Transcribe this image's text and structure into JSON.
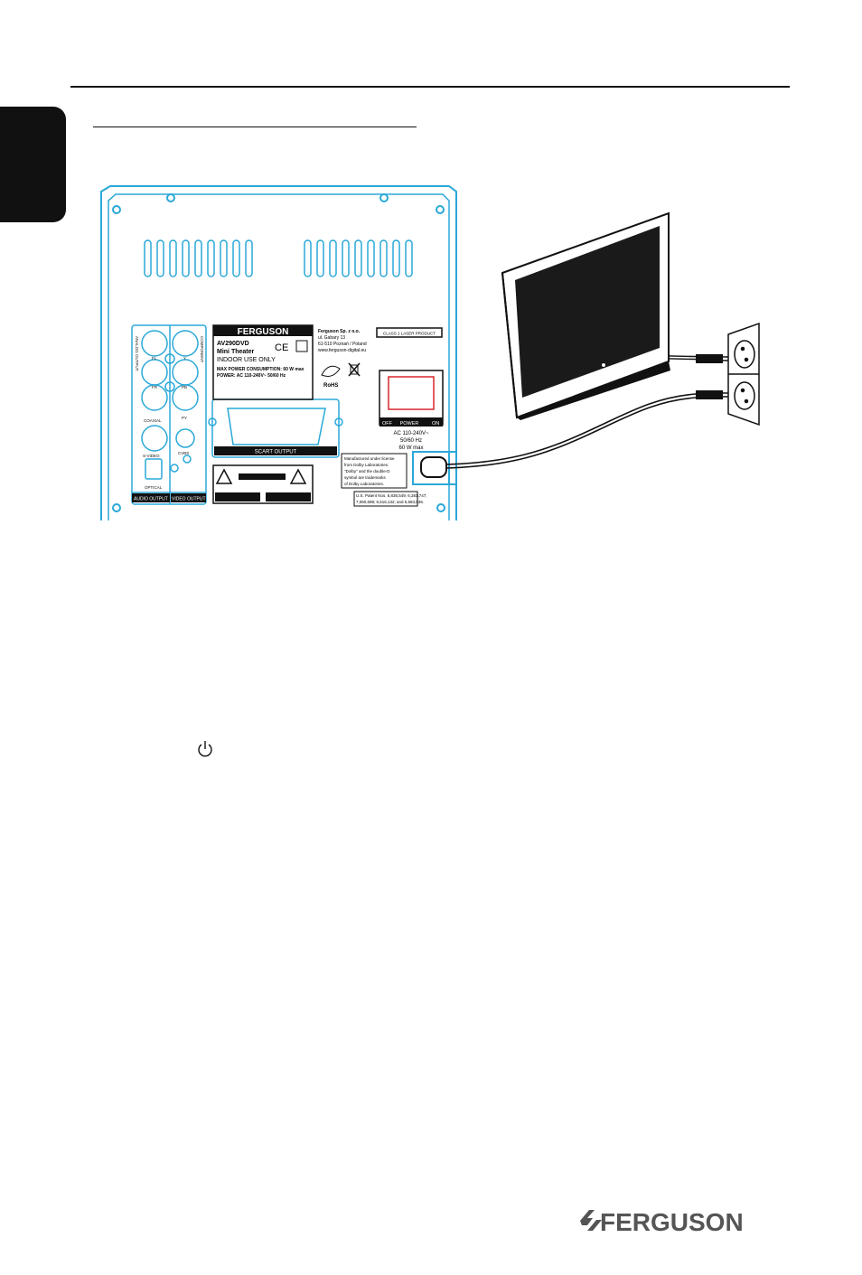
{
  "device_panel": {
    "brand": "FERGUSON",
    "model": "AV290DVD",
    "model_sub": "Mini Theater",
    "ce_mark": "CE",
    "indoor": "INDOOR USE ONLY",
    "max_power": "MAX POWER CONSUMPTION: 60 W max",
    "power_rating": "POWER: AC 110-240V~ 50/60 Hz",
    "company_lines": [
      "Ferguson Sp. z o.o.",
      "ul. Gabary 13",
      "61-510 Poznań / Poland",
      "www.ferguson-digital.eu"
    ],
    "laser_label": "CLASS 1 LASER PRODUCT",
    "rohs": "RoHS",
    "scart_label": "SCART OUTPUT",
    "switch_off": "OFF",
    "switch_power": "POWER",
    "switch_on": "ON",
    "ac_lines": [
      "AC 110-240V~",
      "50/60 Hz",
      "60 W max"
    ],
    "dolby_lines": [
      "Manufactured under license",
      "from Dolby Laboratories.",
      "\"Dolby\" and the double-D",
      "symbol are trademarks",
      "of Dolby Laboratories."
    ],
    "patent_lines": [
      "U.S. Patent Nos. 6,836,549; 6,381,747;",
      "7,050,698; 6,516,132; and 5,583,936."
    ],
    "jack_fl": "FL",
    "jack_y": "Y",
    "jack_fr": "FR",
    "jack_pb": "PB",
    "jack_pr": "PY",
    "coaxial": "COAXIAL",
    "cvbs": "CVBS",
    "svideo": "S-VIDEO",
    "optical": "OPTICAL",
    "audio_output": "AUDIO OUTPUT",
    "video_output": "VIDEO OUTPUT",
    "component": "COMPONENT",
    "analog_side": "ANALOG OUTPUT"
  },
  "footer": {
    "brand": "FERGUSON"
  },
  "colors": {
    "panel_outline": "#2aa8d8",
    "switch_red": "#d9262c",
    "black": "#111111"
  },
  "icons": {
    "power_symbol": "power-icon",
    "tv": "tv-icon",
    "socket": "wall-socket-icon",
    "logo": "ferguson-logo-icon"
  }
}
